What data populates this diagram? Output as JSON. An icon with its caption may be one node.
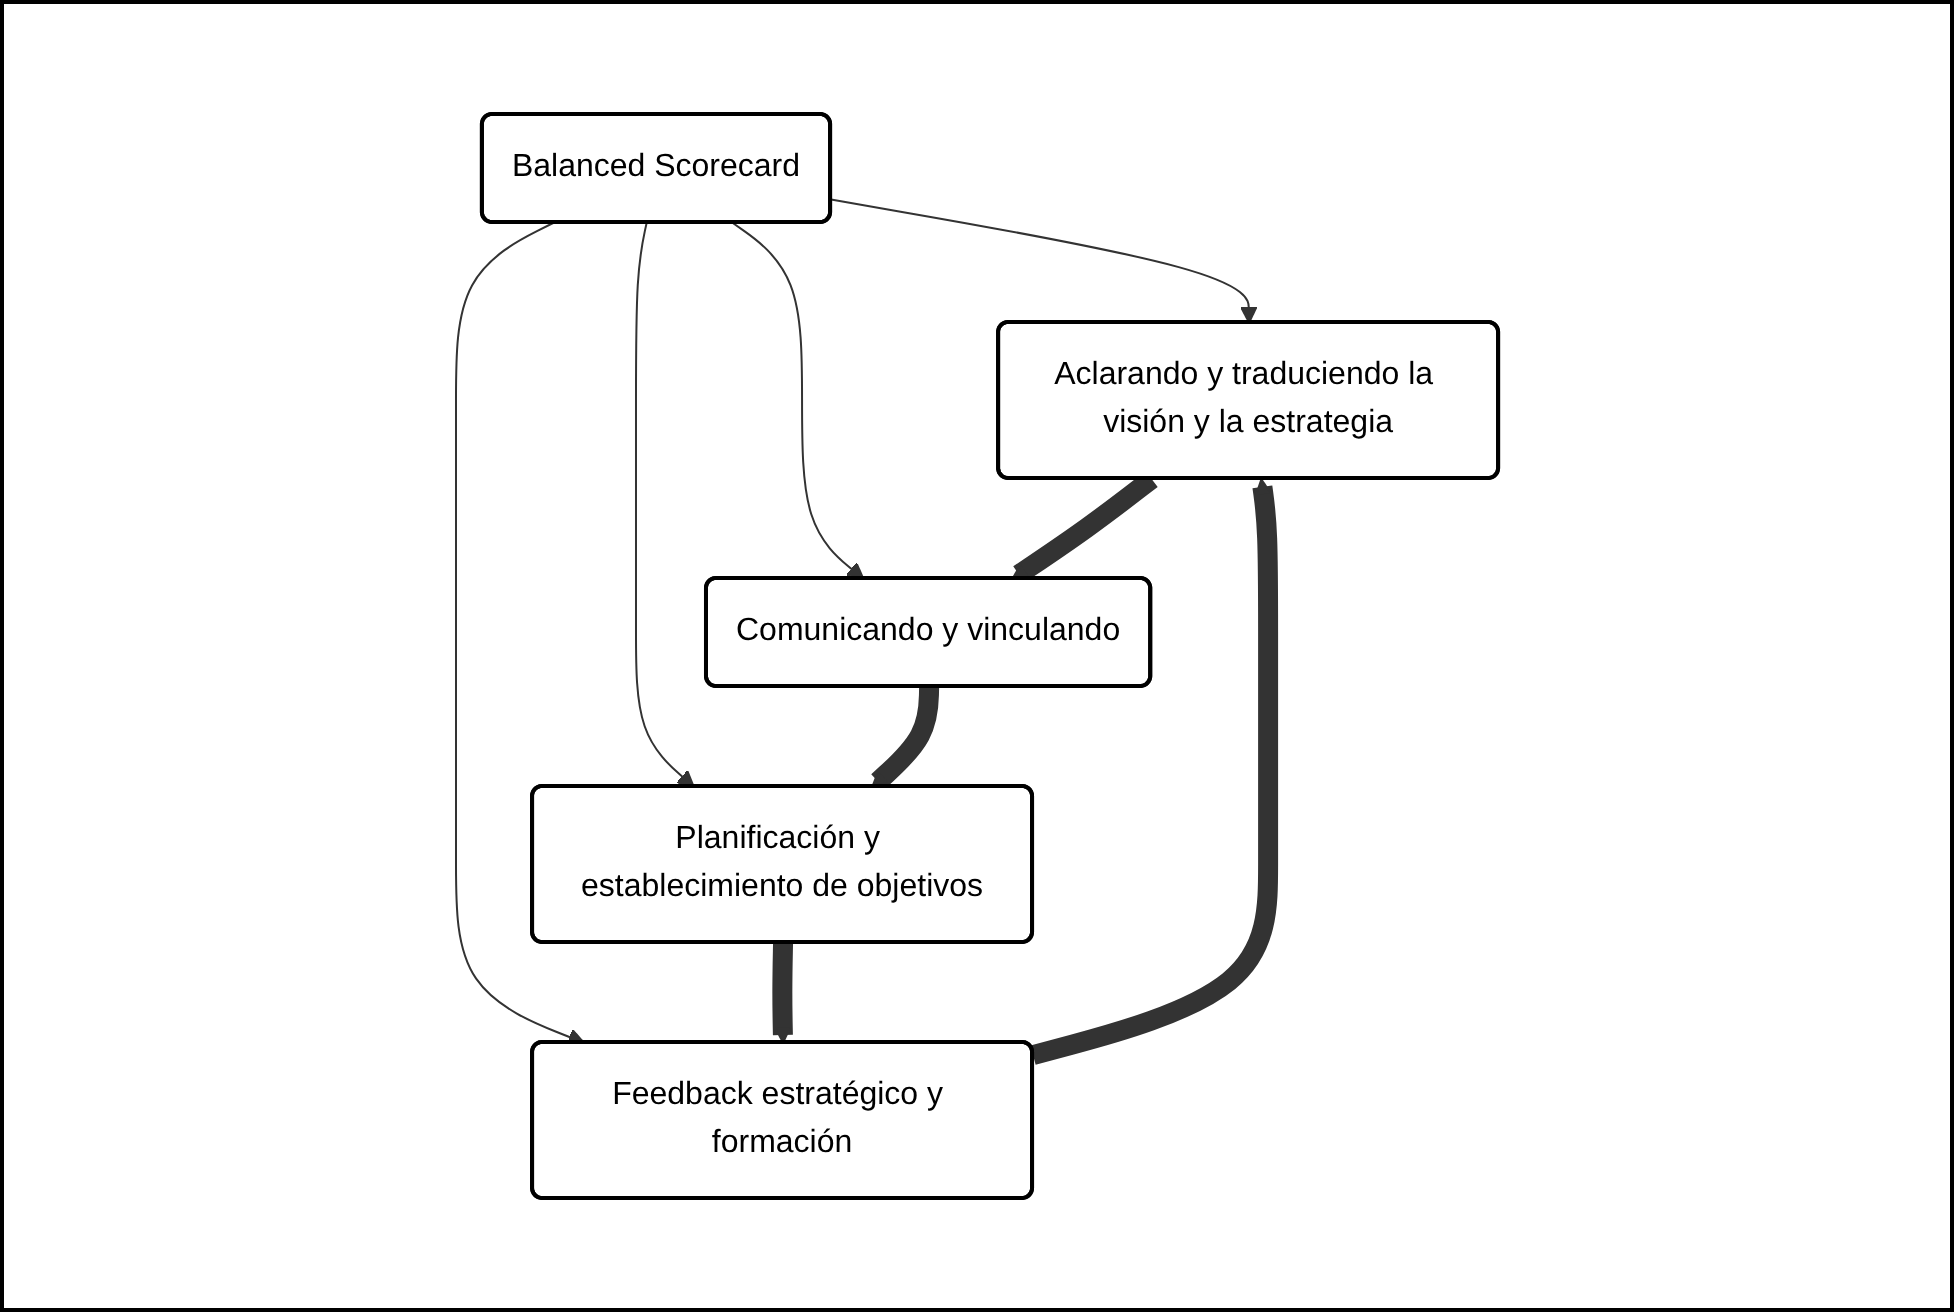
{
  "diagram": {
    "nodes": [
      {
        "text": [
          "Aclarando y traduciendo la visión y la estrategia"
        ]
      },
      {
        "text": [
          "Comunicando y vinculando"
        ]
      },
      {
        "text": [
          "Balanced Scorecard"
        ]
      },
      {
        "text": [
          "Feedback estratégico y formación"
        ]
      },
      {
        "text": [
          "Planificación y establecimiento de objetivos"
        ]
      }
    ],
    "edges": [
      {
        "from": 2,
        "to": 0,
        "arrow": "to"
      },
      {
        "from": 2,
        "to": 1,
        "arrow": "to"
      },
      {
        "from": 2,
        "to": 3,
        "arrow": "to"
      },
      {
        "from": 2,
        "to": 4,
        "arrow": "to"
      },
      {
        "from": 0,
        "to": 1,
        "arrow": "to",
        "style": "thick"
      },
      {
        "from": 1,
        "to": 4,
        "arrow": "to",
        "style": "thick"
      },
      {
        "from": 4,
        "to": 3,
        "arrow": "to",
        "style": "thick"
      },
      {
        "from": 3,
        "to": 0,
        "arrow": "to",
        "style": "thick"
      }
    ]
  }
}
